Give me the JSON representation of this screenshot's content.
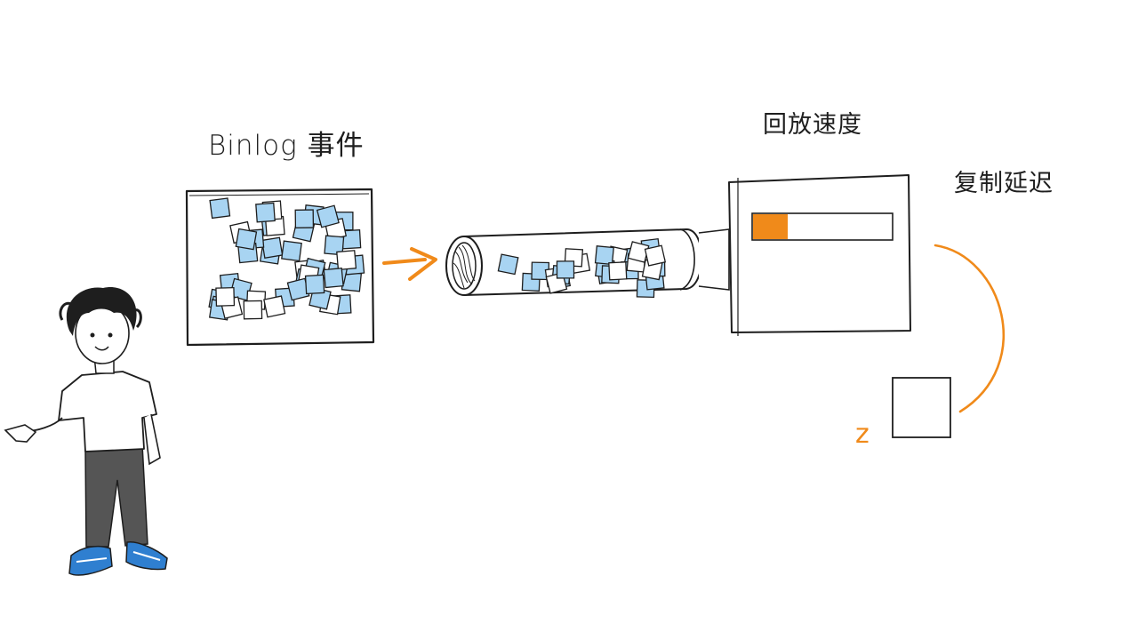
{
  "labels": {
    "binlog_events": "Binlog 事件",
    "replay_speed": "回放速度",
    "replication_lag": "复制延迟"
  },
  "indicators": {
    "replay_speed_level": 0.25,
    "lag_mark": "z"
  },
  "colors": {
    "ink": "#1e1e1e",
    "accent_orange": "#f08a1a",
    "note_blue": "#a8d4f2",
    "note_white": "#ffffff",
    "shirt": "#ffffff",
    "pants": "#555555",
    "shoe_blue": "#2f7fd0"
  }
}
